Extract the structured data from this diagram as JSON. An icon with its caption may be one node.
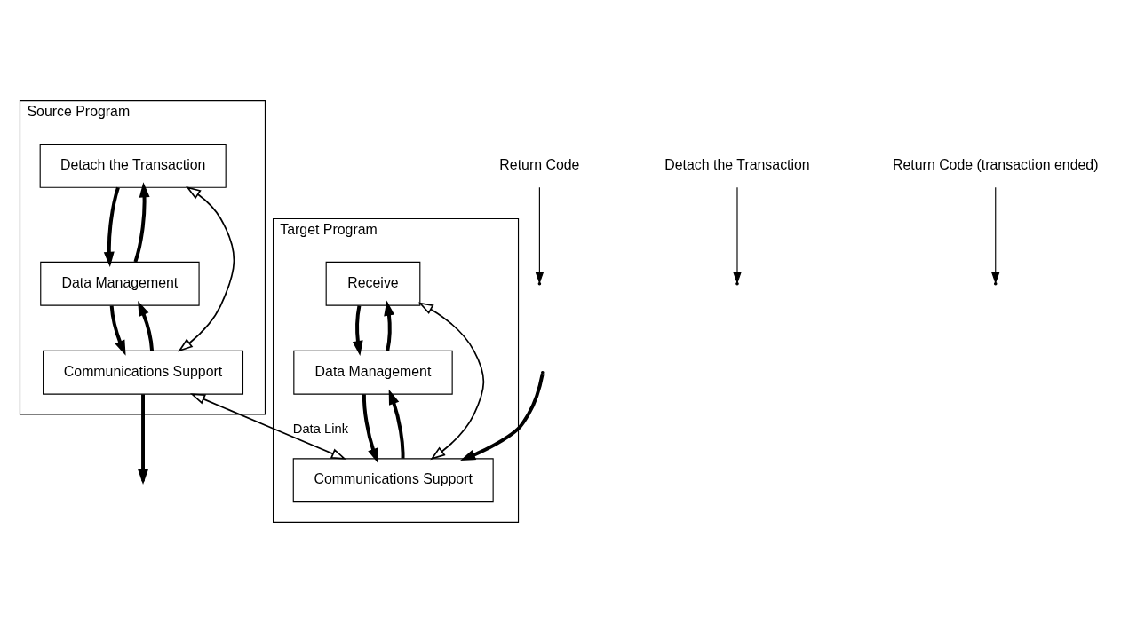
{
  "diagram": {
    "nodes": [
      {
        "text": [
          "Source Program"
        ]
      },
      {
        "text": [
          "Detach the Transaction"
        ],
        "in": 0
      },
      {
        "text": [
          "Data Management"
        ],
        "in": 0
      },
      {
        "text": [
          "Communications Support"
        ],
        "in": 0
      },
      {
        "text": [
          "Target Program"
        ]
      },
      {
        "text": [
          "Receive"
        ],
        "in": 4
      },
      {
        "text": [
          "Data Management"
        ],
        "in": 4
      },
      {
        "text": [
          "Communications Support"
        ],
        "in": 4
      },
      {
        "text": [
          "Return Code"
        ]
      },
      {
        "text": [
          "Detach the Transaction"
        ]
      },
      {
        "text": [
          "Return Code (transaction ended)"
        ]
      }
    ],
    "edges": [
      {
        "from": 1,
        "to": 2,
        "arrow": "to"
      },
      {
        "from": 2,
        "to": 1,
        "arrow": "to"
      },
      {
        "from": 2,
        "to": 3,
        "arrow": "to"
      },
      {
        "from": 3,
        "to": 2,
        "arrow": "to"
      },
      {
        "from": 1,
        "to": 3,
        "arrow": "both"
      },
      {
        "from": 3,
        "to": null,
        "arrow": "to"
      },
      {
        "from": 3,
        "to": 7,
        "arrow": "both",
        "label": "Data Link"
      },
      {
        "from": null,
        "to": 7,
        "arrow": "to"
      },
      {
        "from": 5,
        "to": 7,
        "arrow": "both"
      },
      {
        "from": 5,
        "to": 6,
        "arrow": "to"
      },
      {
        "from": 6,
        "to": 5,
        "arrow": "to"
      },
      {
        "from": 6,
        "to": 7,
        "arrow": "to"
      },
      {
        "from": 7,
        "to": 6,
        "arrow": "to"
      },
      {
        "from": 8,
        "to": null,
        "arrow": "to"
      },
      {
        "from": 9,
        "to": null,
        "arrow": "to"
      },
      {
        "from": 10,
        "to": null,
        "arrow": "to"
      }
    ]
  }
}
